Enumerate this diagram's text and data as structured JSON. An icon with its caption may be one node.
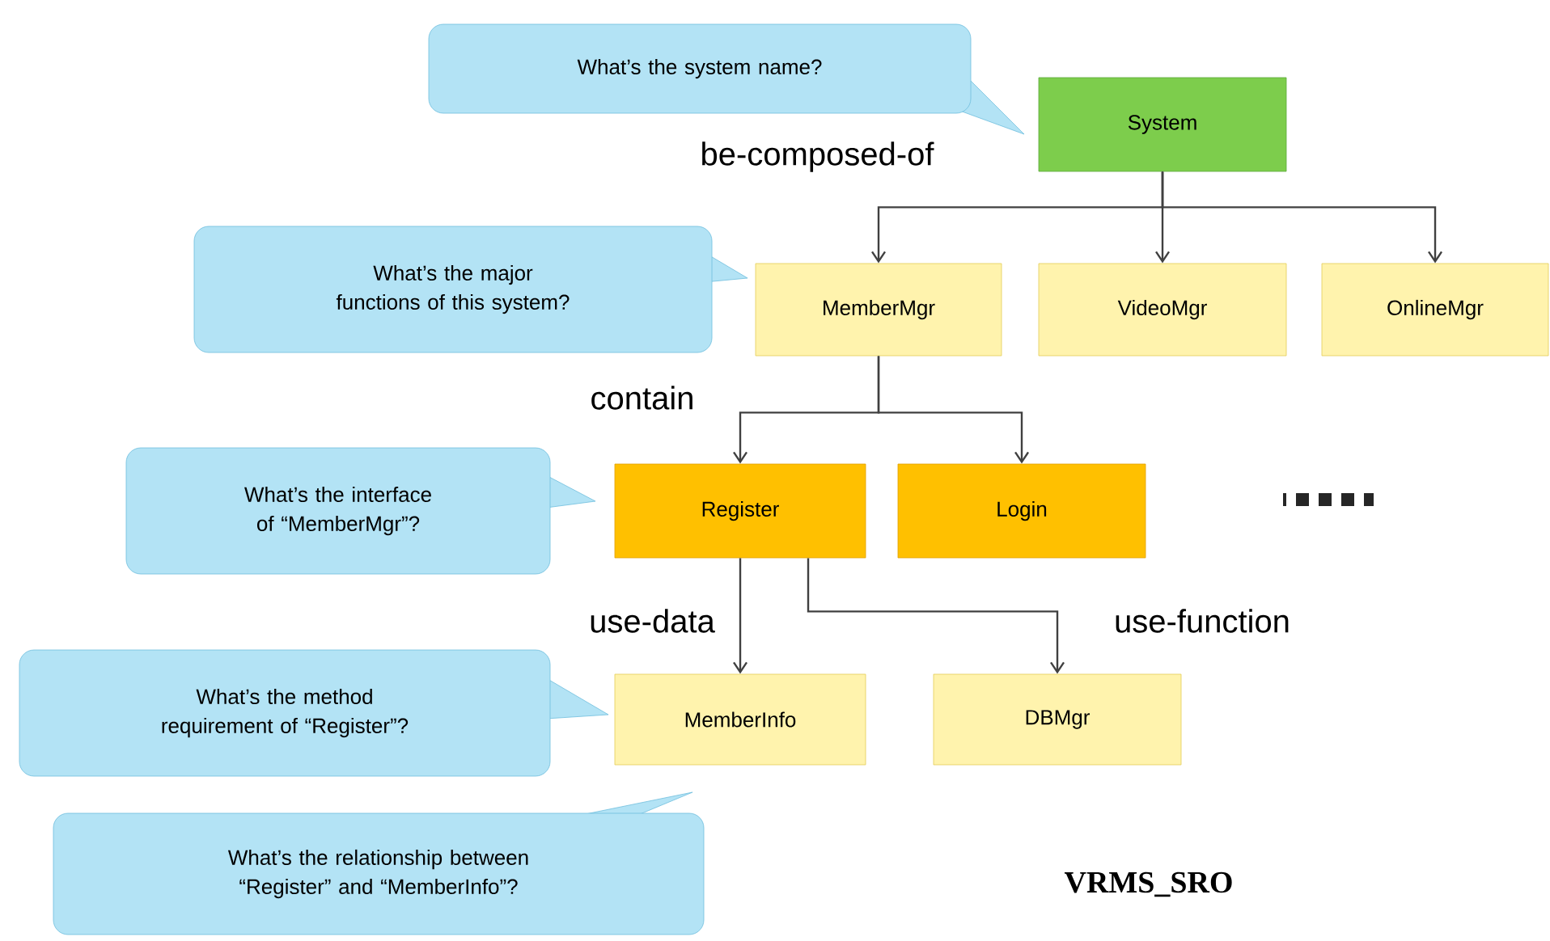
{
  "diagram": {
    "nodes": [
      {
        "text": [
          "System"
        ]
      },
      {
        "text": [
          "MemberMgr"
        ]
      },
      {
        "text": [
          "VideoMgr"
        ]
      },
      {
        "text": [
          "OnlineMgr"
        ]
      },
      {
        "text": [
          "Register"
        ]
      },
      {
        "text": [
          "Login"
        ]
      },
      {
        "text": [
          "MemberInfo"
        ]
      },
      {
        "text": [
          "DBMgr"
        ]
      },
      {
        "text": [
          "What’s the system name?"
        ]
      },
      {
        "text": [
          "What’s the major functions of this system?"
        ]
      },
      {
        "text": [
          "What’s the interface of “MemberMgr”?"
        ]
      },
      {
        "text": [
          "What’s the method requirement of “Register”?"
        ]
      },
      {
        "text": [
          "What’s the relationship between “Register” and “MemberInfo”?"
        ]
      }
    ],
    "edges": [
      {
        "from": 0,
        "to": 1,
        "arrow": "to"
      },
      {
        "from": 0,
        "to": 2,
        "arrow": "to"
      },
      {
        "from": 0,
        "to": 3,
        "arrow": "to"
      },
      {
        "from": 1,
        "to": 4,
        "arrow": "to"
      },
      {
        "from": 1,
        "to": 5,
        "arrow": "to"
      },
      {
        "from": 4,
        "to": 6,
        "arrow": "to"
      },
      {
        "from": 4,
        "to": 7,
        "arrow": "to"
      }
    ],
    "labels": [
      "be-composed-of",
      "contain",
      "use-data",
      "use-function",
      "VRMS_SRO"
    ]
  }
}
